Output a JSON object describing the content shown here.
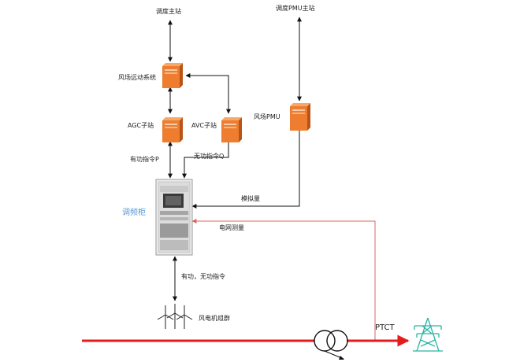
{
  "nodes": {
    "dispatch_master": "调度主站",
    "pmu_master": "调度PMU主站",
    "wind_farm_telecontrol": "风场远动系统",
    "agc_substation": "AGC子站",
    "avc_substation": "AVC子站",
    "wind_farm_pmu": "风场PMU",
    "frequency_cabinet": "调频柜",
    "wind_turbine_group": "风电机组群",
    "ptct": "PTCT"
  },
  "edge_labels": {
    "active_command_p": "有功指令P",
    "reactive_command_q": "无功指令Q",
    "analog_quantity": "模拟量",
    "grid_measurement": "电网测量",
    "active_reactive_command": "有功，无功指令"
  },
  "colors": {
    "server": "#ee7d2f",
    "server_dark": "#b85418",
    "power_line": "#e31c1c",
    "measurement_line": "#e06060",
    "cabinet_label": "#5b9bd5",
    "tower": "#2bb5a5"
  }
}
